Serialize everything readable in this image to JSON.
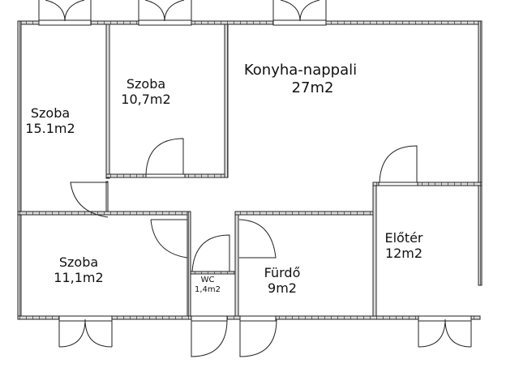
{
  "plan": {
    "rooms": [
      {
        "id": "szoba-1",
        "name": "Szoba",
        "area": "15.1m2"
      },
      {
        "id": "szoba-2",
        "name": "Szoba",
        "area": "10,7m2"
      },
      {
        "id": "konyha-nappali",
        "name": "Konyha-nappali",
        "area": "27m2"
      },
      {
        "id": "szoba-3",
        "name": "Szoba",
        "area": "11,1m2"
      },
      {
        "id": "wc",
        "name": "WC",
        "area": "1,4m2"
      },
      {
        "id": "furdo",
        "name": "Fürdő",
        "area": "9m2"
      },
      {
        "id": "eloter",
        "name": "Előtér",
        "area": "12m2"
      }
    ],
    "colors": {
      "wall": "#222222",
      "wall_fill": "#9a9a9a",
      "background": "#ffffff"
    }
  }
}
